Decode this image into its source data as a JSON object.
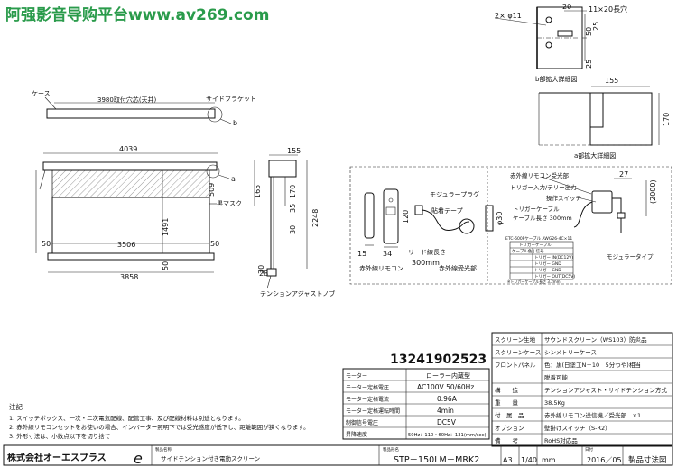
{
  "watermark": {
    "text": "阿强影音导购平台www.av269.com",
    "color": "#2a9b4b"
  },
  "phone_overlay": "13241902523",
  "detail_b": {
    "holes": "2× φ11",
    "slot": "11×20長穴",
    "dims": {
      "top": "20",
      "r1": "50",
      "r2": "25",
      "r3": "25"
    },
    "title": "b部拡大詳細図"
  },
  "detail_a": {
    "width": "155",
    "height": "170",
    "title": "a部拡大詳細図"
  },
  "top_view": {
    "case_label": "ケース",
    "mount_pitch": "3980取付穴芯(天井)",
    "bracket_label": "サイドブラケット",
    "callout": "b"
  },
  "front_view": {
    "overall_width": "4039",
    "callout": "a",
    "screen_height": "1491",
    "top_mask": "509",
    "screen_width": "3506",
    "left_border": "50",
    "right_border": "50",
    "bottom_border": "50",
    "bottom_width": "3858",
    "black_mask": "黒マスク"
  },
  "side_view": {
    "top_width": "155",
    "d165": "165",
    "d170": "170",
    "d2248": "2248",
    "d35": "35",
    "d30": "30",
    "d28": "28",
    "knob_label": "テンションアジャストノブ"
  },
  "accessories": {
    "remote_label": "赤外線リモコン",
    "remote_dims": {
      "w": "15",
      "d": "34",
      "h": "120"
    },
    "plug_label": "モジュラープラグ",
    "tape_label": "貼着テープ",
    "lead_wire": "リード線長さ",
    "lead_len": "300mm",
    "receiver_label": "赤外線受光部",
    "phi": "φ30"
  },
  "trigger_panel": {
    "receiver_port": "赤外線リモコン受光部",
    "trigger_io": "トリガー入力/テリー出力",
    "op_switch": "操作スイッチ",
    "trigger_cable": "トリガーケーブル",
    "cable_len": "ケーブル長さ 300mm",
    "dim27": "27",
    "dim2000": "(2000)",
    "module_type": "モジュラータイプ",
    "table_header": "ETC-600Pケーブル  AWG26-4C×11",
    "table_rows": [
      "トリガーケーブル",
      "ケーブル色 | 信号",
      "トリガー IN(DC12V)",
      "トリガー GND",
      "トリガー GND",
      "トリガー OUT(DC5V)"
    ],
    "note": "※トリガーケーブル長さ 3.2mm"
  },
  "motor_table": {
    "rows": [
      {
        "label": "モーター",
        "value": "ローラー内蔵型"
      },
      {
        "label": "モーター定格電圧",
        "value": "AC100V 50/60Hz"
      },
      {
        "label": "モーター定格電流",
        "value": "0.96A"
      },
      {
        "label": "モーター定格運転時間",
        "value": "4min"
      },
      {
        "label": "制御信号電圧",
        "value": "DC5V"
      },
      {
        "label": "昇降速度",
        "value": "50Hz：110・60Hz：131(mm/sec)"
      }
    ]
  },
  "spec_table": {
    "rows": [
      {
        "label": "スクリーン生地",
        "value": "サウンドスクリーン（WS103）防炎品"
      },
      {
        "label": "スクリーンケース",
        "value": "シンメトリーケース"
      },
      {
        "label": "フロントパネル",
        "value": "色：黒(日塗工N－10　5分つや)相当"
      },
      {
        "label": "",
        "value": "脱着可能"
      },
      {
        "label": "構　　造",
        "value": "テンションアジャスト・サイドテンション方式"
      },
      {
        "label": "重　　量",
        "value": "38.5Kg"
      },
      {
        "label": "付　属　品",
        "value": "赤外線リモコン送信機／受光部　×1"
      },
      {
        "label": "オプション",
        "value": "壁掛けスイッチ（S-R2）"
      },
      {
        "label": "備　　考",
        "value": "RoHS対応品"
      }
    ]
  },
  "notes": {
    "title": "注記",
    "items": [
      "1. スイッチボックス、一次・二次電気配線、配管工事、及び配線材料は別途となります。",
      "2. 赤外線リモコンセットをお使いの場合、インバーター照明下では受光感度が低下し、距離範囲が狭くなります。",
      "3. 外形寸法は、小数点以下を切り捨て"
    ]
  },
  "title_block": {
    "company": "株式会社オーエスプラス",
    "company_logo": "e",
    "product_label": "製品名称",
    "product_name": "サイドテンション付き電動スクリーン",
    "model_label": "製品形名",
    "model": "STP－150LM－MRK2",
    "size": "A3",
    "scale": "1/40",
    "unit": "mm",
    "date_label": "日付",
    "date": "2016／05",
    "doc_type": "製品寸法図"
  }
}
